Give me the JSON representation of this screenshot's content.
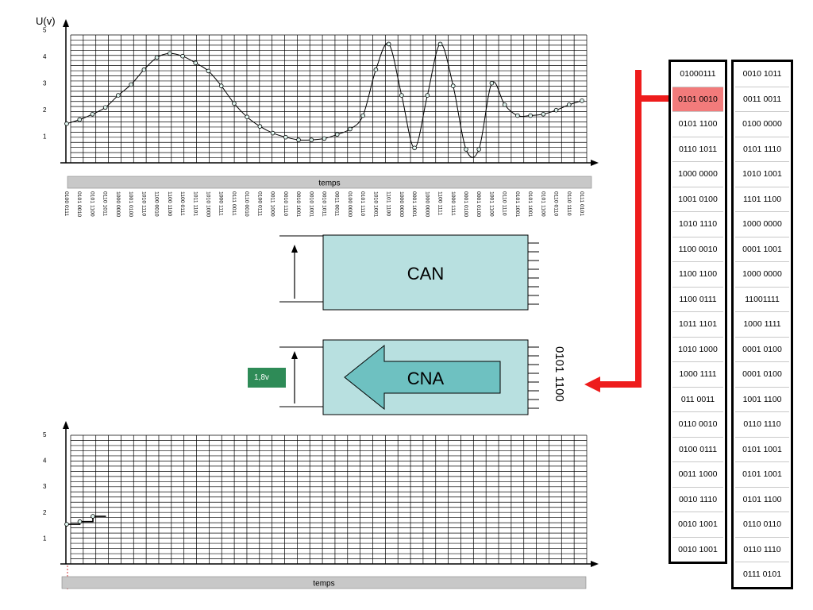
{
  "top_chart": {
    "y_axis_label": "U(v)",
    "y_ticks": [
      "5",
      "4",
      "3",
      "2",
      "1"
    ],
    "time_label": "temps",
    "binary_codes": [
      "0100 0111",
      "0101 0010",
      "0101 1100",
      "0110 1011",
      "1000 0000",
      "1001 0100",
      "1010 1110",
      "1100 0010",
      "1100 1100",
      "1100 0111",
      "1011 1101",
      "1010 1000",
      "1000 1111",
      "0111 0011",
      "0110 0010",
      "0100 0111",
      "0011 1000",
      "0010 1110",
      "0010 1001",
      "0010 1001",
      "0010 1011",
      "0011 0011",
      "0100 0000",
      "0101 1110",
      "1010 1001",
      "1101 1100",
      "1000 0000",
      "0001 1001",
      "1000 0000",
      "1100 1111",
      "1000 1111",
      "0001 0100",
      "0001 0100",
      "1001 1100",
      "0110 1110",
      "0101 1001",
      "0101 1001",
      "0101 1100",
      "0110 0110",
      "0110 1110",
      "0111 0101"
    ]
  },
  "bottom_chart": {
    "y_ticks": [
      "5",
      "4",
      "3",
      "2",
      "1"
    ],
    "time_label": "temps"
  },
  "can_block": {
    "label": "CAN"
  },
  "cna_block": {
    "label": "CNA",
    "input_code": "0101 1100",
    "output_value": "1,8v"
  },
  "tables": {
    "left": [
      "01000111",
      "0101 0010",
      "0101 1100",
      "0110 1011",
      "1000 0000",
      "1001 0100",
      "1010 1110",
      "1100 0010",
      "1100 1100",
      "1100 0111",
      "1011 1101",
      "1010 1000",
      "1000 1111",
      "011 0011",
      "0110 0010",
      "0100 0111",
      "0011 1000",
      "0010 1110",
      "0010 1001",
      "0010 1001"
    ],
    "right": [
      "0010 1011",
      "0011 0011",
      "0100 0000",
      "0101 1110",
      "1010 1001",
      "1101 1100",
      "1000 0000",
      "0001 1001",
      "1000 0000",
      "11001111",
      "1000 1111",
      "0001 0100",
      "0001 0100",
      "1001 1100",
      "0110 1110",
      "0101 1001",
      "0101 1001",
      "0101 1100",
      "0110 0110",
      "0110 1110",
      "0111 0101"
    ],
    "highlighted_left_index": 1
  },
  "chart_data": [
    {
      "type": "line",
      "title": "",
      "ylabel": "U(v)",
      "xlabel": "temps",
      "ylim": [
        0,
        5
      ],
      "grid": true,
      "series": [
        {
          "values": [
            1.45,
            1.6,
            1.8,
            2.05,
            2.5,
            2.9,
            3.45,
            3.9,
            4.05,
            3.95,
            3.7,
            3.4,
            2.85,
            2.2,
            1.7,
            1.35,
            1.1,
            0.95,
            0.85,
            0.85,
            0.9,
            1.05,
            1.25,
            1.75,
            3.45,
            4.4,
            2.5,
            0.55,
            2.5,
            4.4,
            2.85,
            0.5,
            0.5,
            2.95,
            2.15,
            1.75,
            1.75,
            1.8,
            1.95,
            2.15,
            2.3
          ]
        }
      ]
    },
    {
      "type": "line",
      "title": "",
      "xlabel": "temps",
      "ylim": [
        0,
        5
      ],
      "grid": true,
      "series": [
        {
          "values": [
            1.5,
            1.6,
            1.8
          ]
        }
      ]
    }
  ]
}
